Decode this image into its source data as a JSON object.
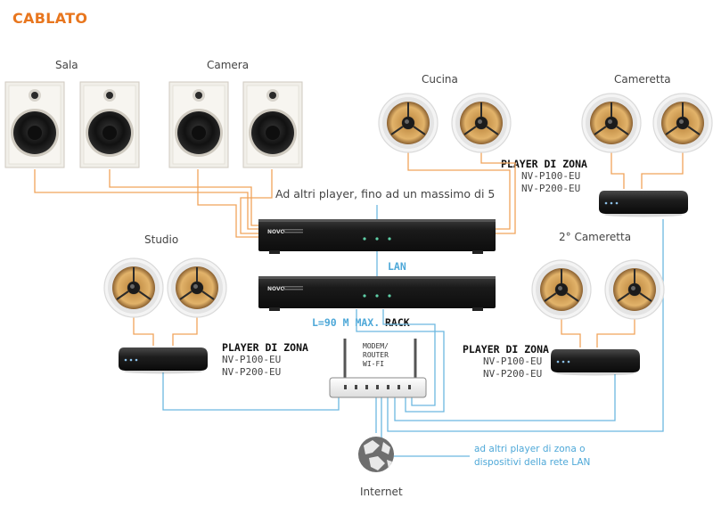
{
  "title": "CABLATO",
  "rooms": {
    "sala": "Sala",
    "camera": "Camera",
    "cucina": "Cucina",
    "cameretta": "Cameretta",
    "studio": "Studio",
    "cameretta2": "2° Cameretta",
    "internet": "Internet"
  },
  "notes": {
    "altri_player": "Ad altri player, fino ad un massimo di 5",
    "lan": "LAN",
    "length": "L=90 M MAX.",
    "rack": "RACK",
    "altri_dispositivi_1": "ad altri player di zona o",
    "altri_dispositivi_2": "dispositivi della rete LAN"
  },
  "modem": {
    "line1": "MODEM/",
    "line2": "ROUTER",
    "line3": "WI-FI"
  },
  "player_label": {
    "heading": "PLAYER DI ZONA",
    "model1": "NV-P100-EU",
    "model2": "NV-P200-EU"
  },
  "amp_brand": "NOVO",
  "colors": {
    "accent_orange": "#e8761e",
    "speaker_wire": "#f0a35a",
    "lan_wire": "#6cb8e0",
    "device_body": "#1c1c1c"
  }
}
